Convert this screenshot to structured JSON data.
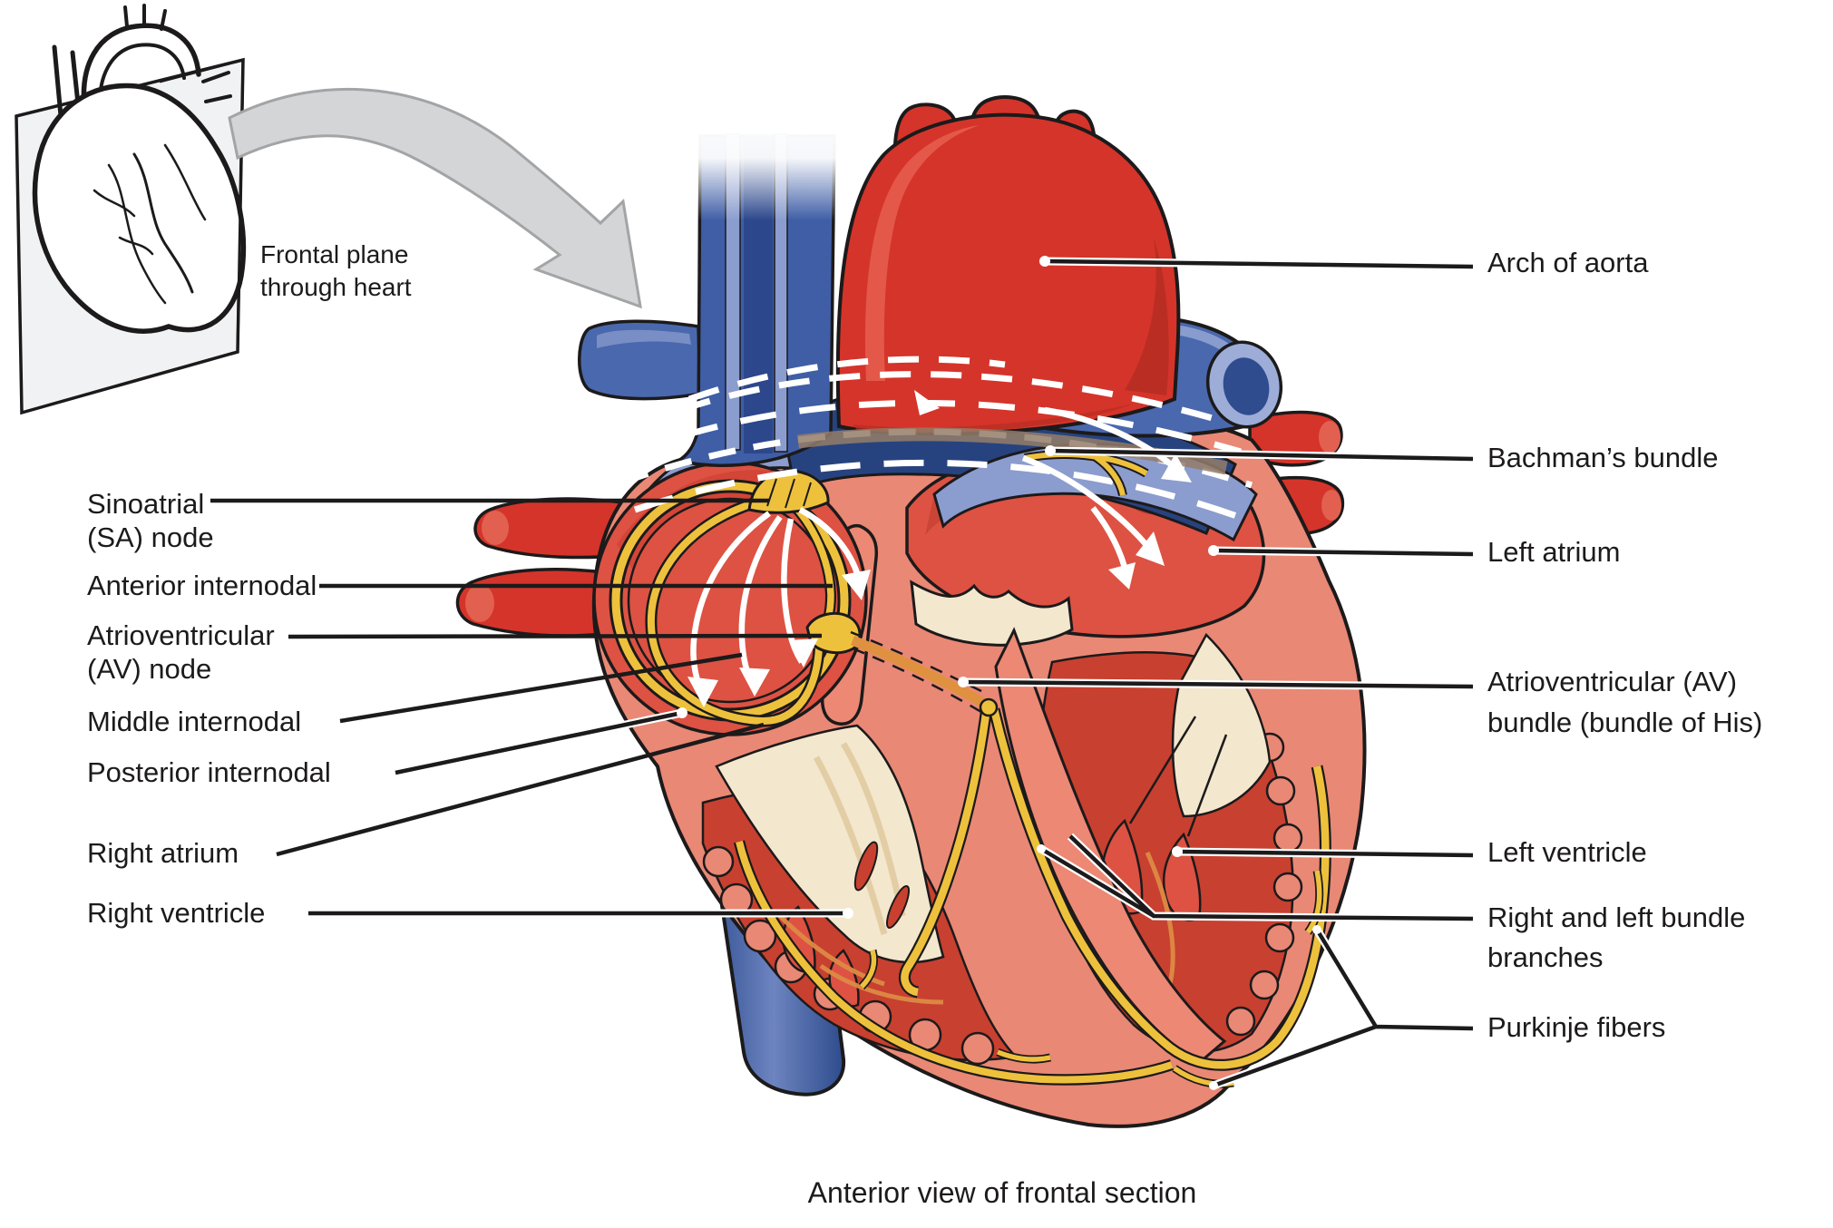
{
  "figure": {
    "type": "anatomical-diagram",
    "subject": "Conduction system of the heart, frontal section",
    "inset": {
      "caption_line1": "Frontal plane",
      "caption_line2": "through heart"
    },
    "labels_left": [
      {
        "id": "sinoatrial-node",
        "lines": [
          "Sinoatrial",
          "(SA) node"
        ]
      },
      {
        "id": "anterior-internodal",
        "lines": [
          "Anterior internodal"
        ]
      },
      {
        "id": "atrioventricular-node",
        "lines": [
          "Atrioventricular",
          "(AV) node"
        ]
      },
      {
        "id": "middle-internodal",
        "lines": [
          "Middle internodal"
        ]
      },
      {
        "id": "posterior-internodal",
        "lines": [
          "Posterior internodal"
        ]
      },
      {
        "id": "right-atrium",
        "lines": [
          "Right atrium"
        ]
      },
      {
        "id": "right-ventricle",
        "lines": [
          "Right ventricle"
        ]
      }
    ],
    "labels_right": [
      {
        "id": "arch-of-aorta",
        "lines": [
          "Arch of aorta"
        ]
      },
      {
        "id": "bachmans-bundle",
        "lines": [
          "Bachman’s bundle"
        ]
      },
      {
        "id": "left-atrium",
        "lines": [
          "Left atrium"
        ]
      },
      {
        "id": "av-bundle",
        "lines": [
          "Atrioventricular (AV)",
          "bundle (bundle of His)"
        ]
      },
      {
        "id": "left-ventricle",
        "lines": [
          "Left ventricle"
        ]
      },
      {
        "id": "bundle-branches",
        "lines": [
          "Right and left bundle",
          "branches"
        ]
      },
      {
        "id": "purkinje-fibers",
        "lines": [
          "Purkinje fibers"
        ]
      }
    ],
    "caption": "Anterior view of frontal section",
    "palette": {
      "artery_red": "#d5342a",
      "muscle_wall_salmon": "#e98875",
      "chamber_red": "#dd5243",
      "chamber_deep_red": "#c8402f",
      "vein_blue": "#4a68ad",
      "deep_navy": "#27437f",
      "cut_vessel_light_blue": "#8b9cce",
      "conduction_yellow": "#eec13d",
      "bundle_orange": "#e0913f",
      "fibrous_cream": "#f3e7cd",
      "leader_black": "#1c1a1b",
      "arrow_gray": "#d3d5d7"
    }
  }
}
